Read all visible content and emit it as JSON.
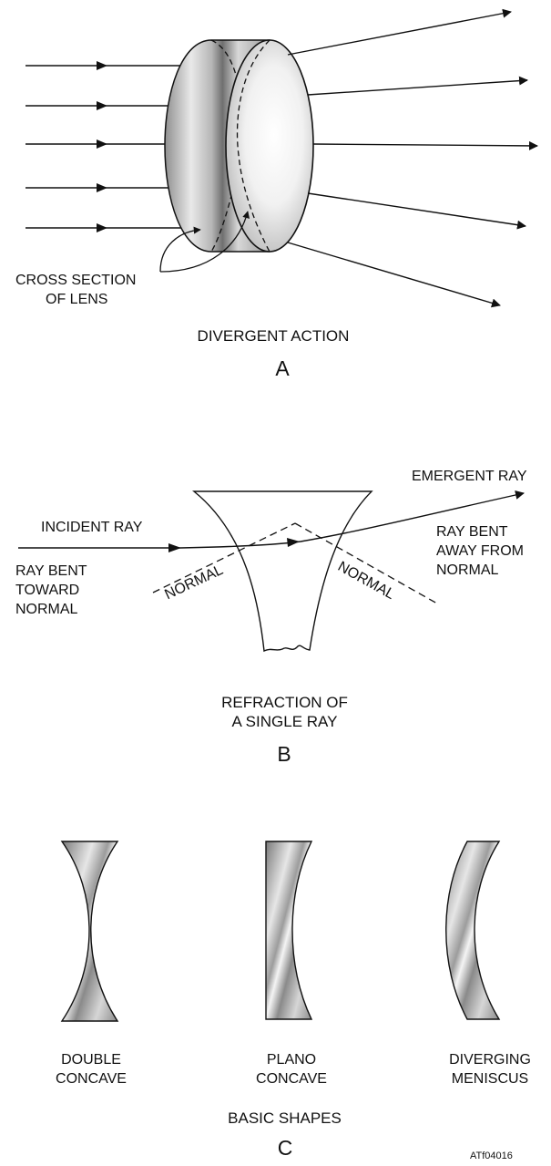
{
  "panel_a": {
    "callout_line1": "CROSS SECTION",
    "callout_line2": "OF LENS",
    "caption": "DIVERGENT ACTION",
    "letter": "A"
  },
  "panel_b": {
    "incident_ray": "INCIDENT RAY",
    "emergent_ray": "EMERGENT RAY",
    "toward_line1": "RAY BENT",
    "toward_line2": "TOWARD",
    "toward_line3": "NORMAL",
    "away_line1": "RAY BENT",
    "away_line2": "AWAY FROM",
    "away_line3": "NORMAL",
    "normal_left": "NORMAL",
    "normal_right": "NORMAL",
    "caption_line1": "REFRACTION OF",
    "caption_line2": "A SINGLE RAY",
    "letter": "B"
  },
  "panel_c": {
    "double_line1": "DOUBLE",
    "double_line2": "CONCAVE",
    "plano_line1": "PLANO",
    "plano_line2": "CONCAVE",
    "meniscus_line1": "DIVERGING",
    "meniscus_line2": "MENISCUS",
    "caption": "BASIC SHAPES",
    "letter": "C"
  },
  "figure_id": "ATf04016"
}
